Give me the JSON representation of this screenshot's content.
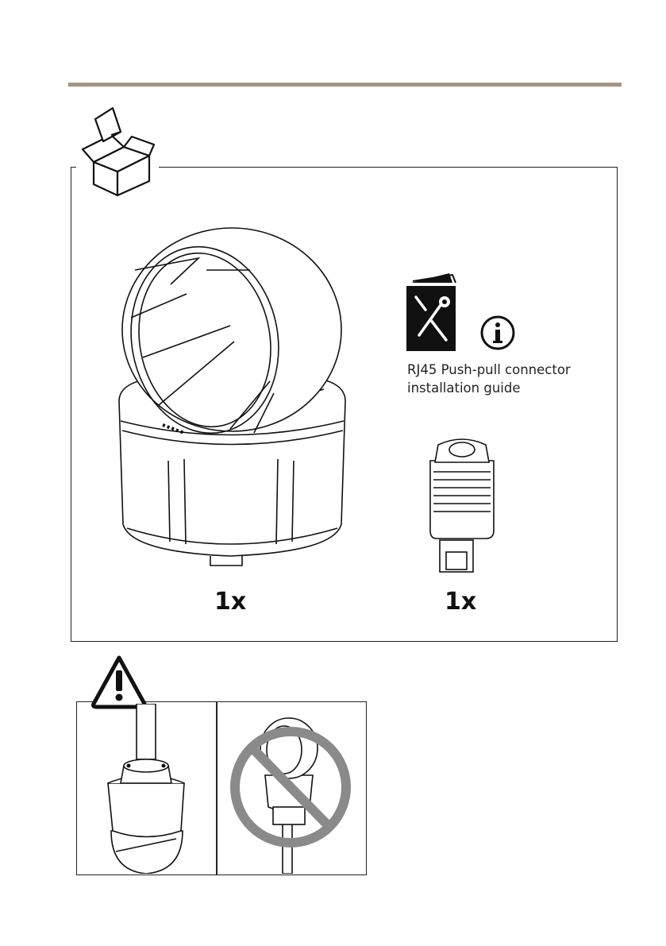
{
  "guide": {
    "caption": "RJ45 Push-pull connector\ninstallation guide",
    "icon": "book-with-tools-icon",
    "info_icon": "info-icon"
  },
  "items": [
    {
      "name": "camera",
      "quantity": "1x"
    },
    {
      "name": "rj45-push-pull-connector",
      "quantity": "1x"
    }
  ],
  "icons": {
    "package": "open-box-icon",
    "warning": "warning-triangle-icon",
    "prohibited": "prohibition-sign-icon"
  },
  "colors": {
    "rule": "#a59486",
    "prohibition": "#8a8a8a"
  }
}
